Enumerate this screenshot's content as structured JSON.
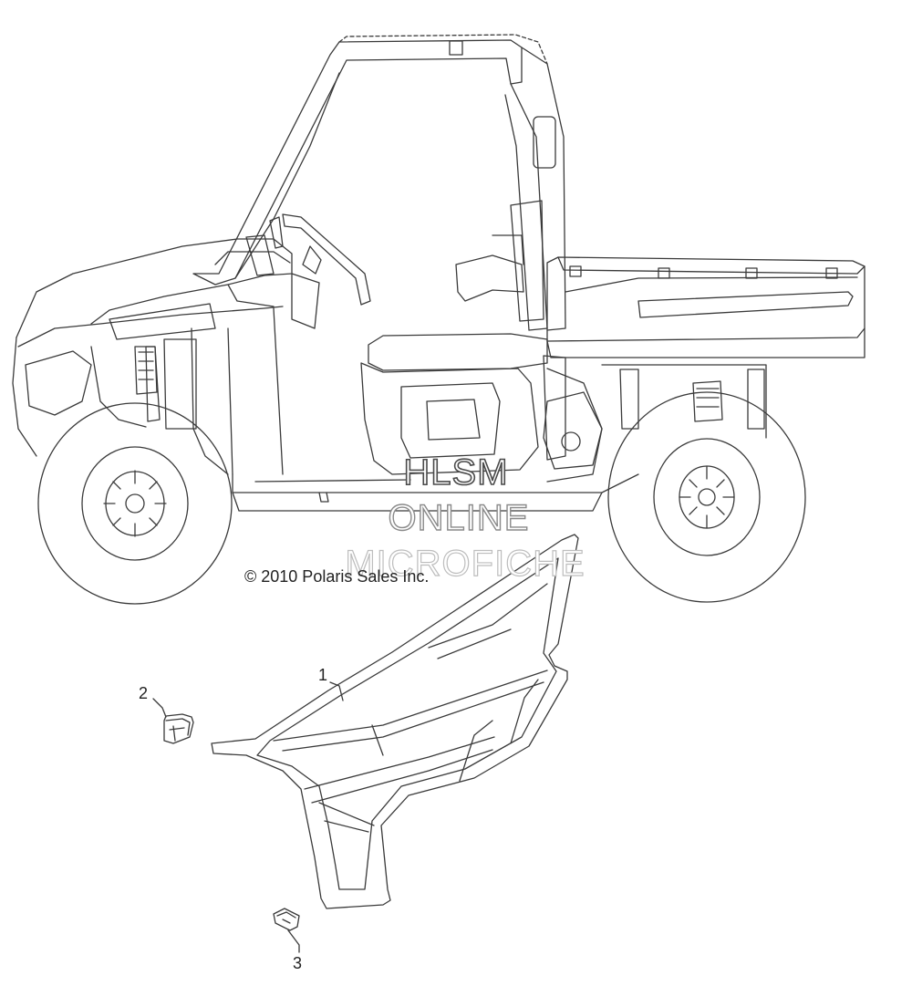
{
  "watermark": {
    "line1": "HLSM",
    "line2": "ONLINE",
    "line3": "MICROFICHE"
  },
  "copyright": "© 2010 Polaris Sales Inc.",
  "callouts": [
    "1",
    "2",
    "3"
  ],
  "colors": {
    "line": "#3a3a3a",
    "background": "#ffffff"
  }
}
